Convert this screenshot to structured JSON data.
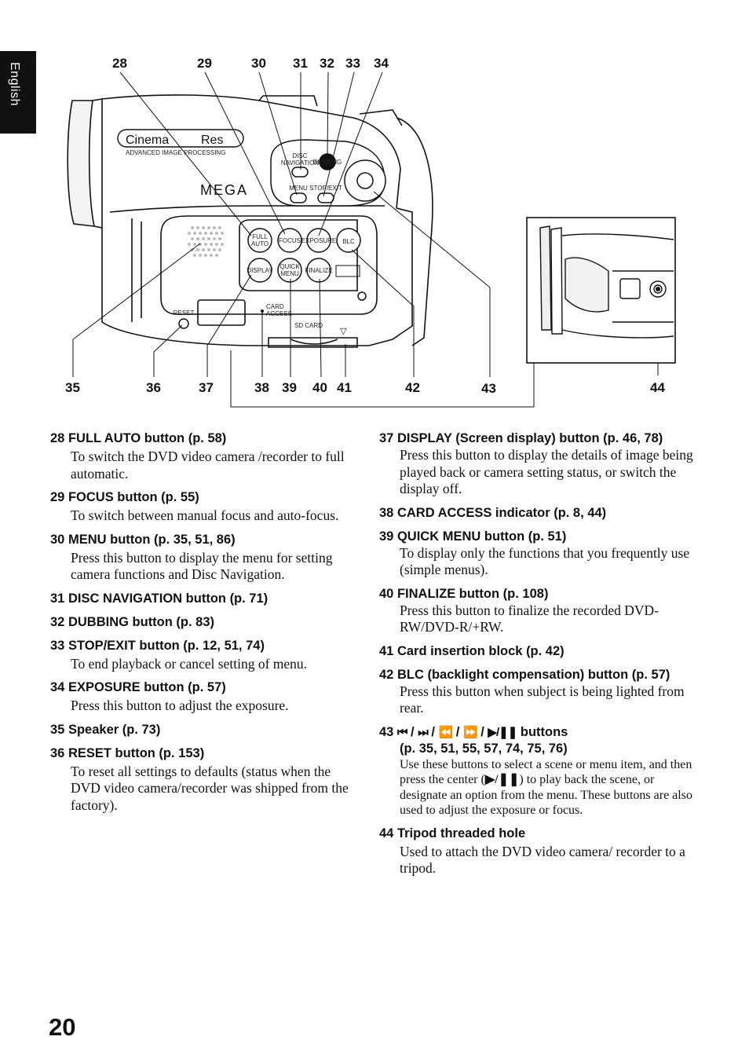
{
  "sidebar": {
    "language_tab": "English"
  },
  "figure": {
    "callouts_top": [
      "28",
      "29",
      "30",
      "31",
      "32",
      "33",
      "34"
    ],
    "callouts_bottom": [
      "35",
      "36",
      "37",
      "38",
      "39",
      "40",
      "41",
      "42",
      "43",
      "44"
    ],
    "cam_labels": {
      "brand1": "Cinema",
      "brand2": "Res",
      "brand_sub": "ADVANCED  IMAGE  PROCESSING",
      "mega": "MEGA",
      "full_auto_1": "FULL",
      "full_auto_2": "AUTO",
      "focus": "FOCUS",
      "exposure": "EXPOSURE",
      "blc": "BLC",
      "display": "DISPLAY",
      "quick_1": "QUICK",
      "quick_2": "MENU",
      "finalize": "FINALIZE",
      "reset": "RESET",
      "card_1": "CARD",
      "card_2": "ACCESS",
      "sd_card": "SD CARD",
      "disc_1": "DISC",
      "disc_2": "NAVIGATION",
      "dubbing": "DUBBING",
      "menu": "MENU",
      "stop_exit": "STOP/EXIT"
    }
  },
  "items_left": [
    {
      "num": "28",
      "title": "FULL AUTO button (p. 58)",
      "desc": "To switch the DVD video camera /recorder to full automatic."
    },
    {
      "num": "29",
      "title": "FOCUS button (p. 55)",
      "desc": "To switch between manual focus and auto-focus."
    },
    {
      "num": "30",
      "title": "MENU button (p. 35, 51, 86)",
      "desc": "Press this button to display the menu for setting camera functions and Disc Navigation."
    },
    {
      "num": "31",
      "title": "DISC NAVIGATION button (p. 71)",
      "desc": ""
    },
    {
      "num": "32",
      "title": "DUBBING button (p. 83)",
      "desc": ""
    },
    {
      "num": "33",
      "title": "STOP/EXIT button (p. 12, 51, 74)",
      "desc": "To end playback or cancel setting of menu."
    },
    {
      "num": "34",
      "title": "EXPOSURE button (p. 57)",
      "desc": "Press this button to adjust the exposure."
    },
    {
      "num": "35",
      "title": "Speaker (p. 73)",
      "desc": ""
    },
    {
      "num": "36",
      "title": "RESET button (p. 153)",
      "desc": "To reset all settings to defaults (status when the DVD video camera/recorder was shipped from the factory)."
    }
  ],
  "items_right": [
    {
      "num": "37",
      "title": "DISPLAY (Screen display) button (p. 46, 78)",
      "desc": "Press this button to display the details of image being played back or camera setting status, or switch the display off."
    },
    {
      "num": "38",
      "title": "CARD ACCESS indicator (p. 8, 44)",
      "desc": ""
    },
    {
      "num": "39",
      "title": "QUICK MENU button (p. 51)",
      "desc": "To display only the functions that you frequently use (simple menus)."
    },
    {
      "num": "40",
      "title": "FINALIZE button (p. 108)",
      "desc": "Press this button to finalize the recorded DVD-RW/DVD-R/+RW."
    },
    {
      "num": "41",
      "title": "Card insertion block (p. 42)",
      "desc": ""
    },
    {
      "num": "42",
      "title": "BLC (backlight compensation) button (p. 57)",
      "desc": "Press this button when subject is being lighted from rear."
    }
  ],
  "item43": {
    "num": "43",
    "sym1": "⏮",
    "sym2": "⏭",
    "sym3": "⏪",
    "sym4": "⏩",
    "sym5": "▶/❚❚",
    "sep": " / ",
    "tail": "buttons",
    "pages": "(p. 35, 51, 55, 57, 74, 75, 76)",
    "desc_a": "Use these buttons to select a scene or menu item, and then press the center (",
    "desc_sym": "▶/❚❚",
    "desc_b": ") to play back the scene, or designate an option from the menu. These buttons are also used to adjust the exposure or focus."
  },
  "item44": {
    "num": "44",
    "title": "Tripod threaded hole",
    "desc": "Used to attach the DVD video camera/ recorder to a tripod."
  },
  "page_number": "20"
}
